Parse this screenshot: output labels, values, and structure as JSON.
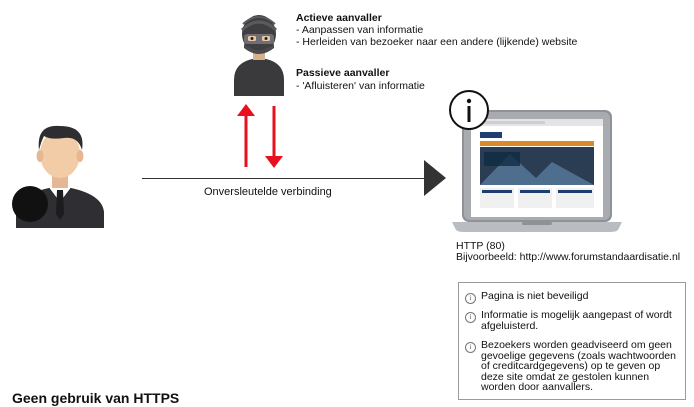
{
  "attacker": {
    "active_title": "Actieve aanvaller",
    "active_items": [
      "- Aanpassen van informatie",
      "- Herleiden van bezoeker naar een andere (lijkende) website"
    ],
    "passive_title": "Passieve aanvaller",
    "passive_items": [
      "- 'Afluisteren' van informatie"
    ]
  },
  "connection": {
    "label": "Onversleutelde verbinding"
  },
  "server": {
    "protocol": "HTTP (80)",
    "example": "Bijvoorbeeld: http://www.forumstandaardisatie.nl"
  },
  "browser_info": {
    "items": [
      [
        "Pagina is niet beveiligd"
      ],
      [
        "Informatie is mogelijk aangepast of wordt",
        "afgeluisterd."
      ],
      [
        "Bezoekers worden geadviseerd om geen",
        "gevoelige gegevens (zoals wachtwoorden",
        "of creditcardgegevens) op te geven op",
        "deze site omdat ze gestolen kunnen",
        "worden door aanvallers."
      ]
    ]
  },
  "footer": {
    "title": "Geen gebruik van HTTPS"
  },
  "colors": {
    "arrow_red": "#e8101e",
    "line": "#333333",
    "suit": "#2f2f33",
    "skin": "#f2cba7"
  },
  "icons": [
    "user-icon",
    "hacker-icon",
    "laptop-icon",
    "info-icon"
  ]
}
